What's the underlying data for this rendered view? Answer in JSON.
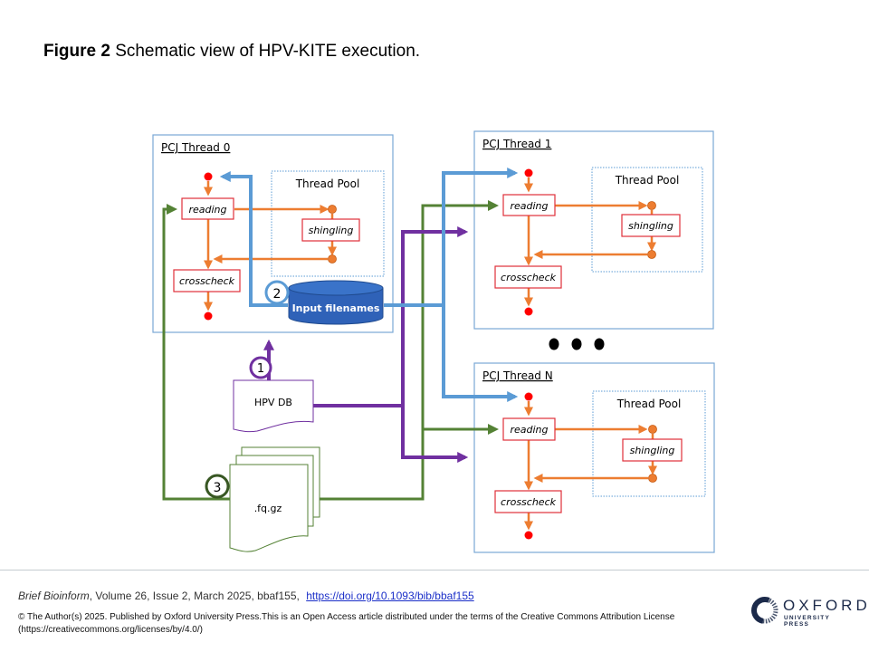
{
  "figure": {
    "label": "Figure 2",
    "caption": "Schematic view of HPV-KITE  execution."
  },
  "diagram": {
    "threads": [
      {
        "name": "PCJ Thread 0",
        "pool_label": "Thread Pool",
        "steps": {
          "read": "reading",
          "shingle": "shingling",
          "check": "crosscheck"
        }
      },
      {
        "name": "PCJ Thread 1",
        "pool_label": "Thread Pool",
        "steps": {
          "read": "reading",
          "shingle": "shingling",
          "check": "crosscheck"
        }
      },
      {
        "name": "PCJ Thread N",
        "pool_label": "Thread Pool",
        "steps": {
          "read": "reading",
          "shingle": "shingling",
          "check": "crosscheck"
        }
      }
    ],
    "ellipsis": "• • •",
    "input_db": "Input filenames",
    "hpv_db": "HPV DB",
    "fastq": ".fq.gz",
    "markers": [
      "1",
      "2",
      "3"
    ],
    "colors": {
      "thread_border": "#7aa8d6",
      "flow_orange": "#ed7d31",
      "node_red": "#ff0000",
      "step_border": "#e0303a",
      "blue_path": "#5b9bd5",
      "purple_path": "#7030a0",
      "green_path": "#548235",
      "cylinder": "#2f62b8"
    }
  },
  "footer": {
    "journal": "Brief Bioinform",
    "citation": ", Volume 26, Issue 2, March 2025, bbaf155,",
    "doi": "https://doi.org/10.1093/bib/bbaf155",
    "license": "© The Author(s) 2025. Published by Oxford University Press.This is an Open Access article distributed under the terms of the Creative Commons Attribution License (https://creativecommons.org/licenses/by/4.0/)",
    "publisher_word": "OXFORD",
    "publisher_sub": "UNIVERSITY PRESS"
  }
}
